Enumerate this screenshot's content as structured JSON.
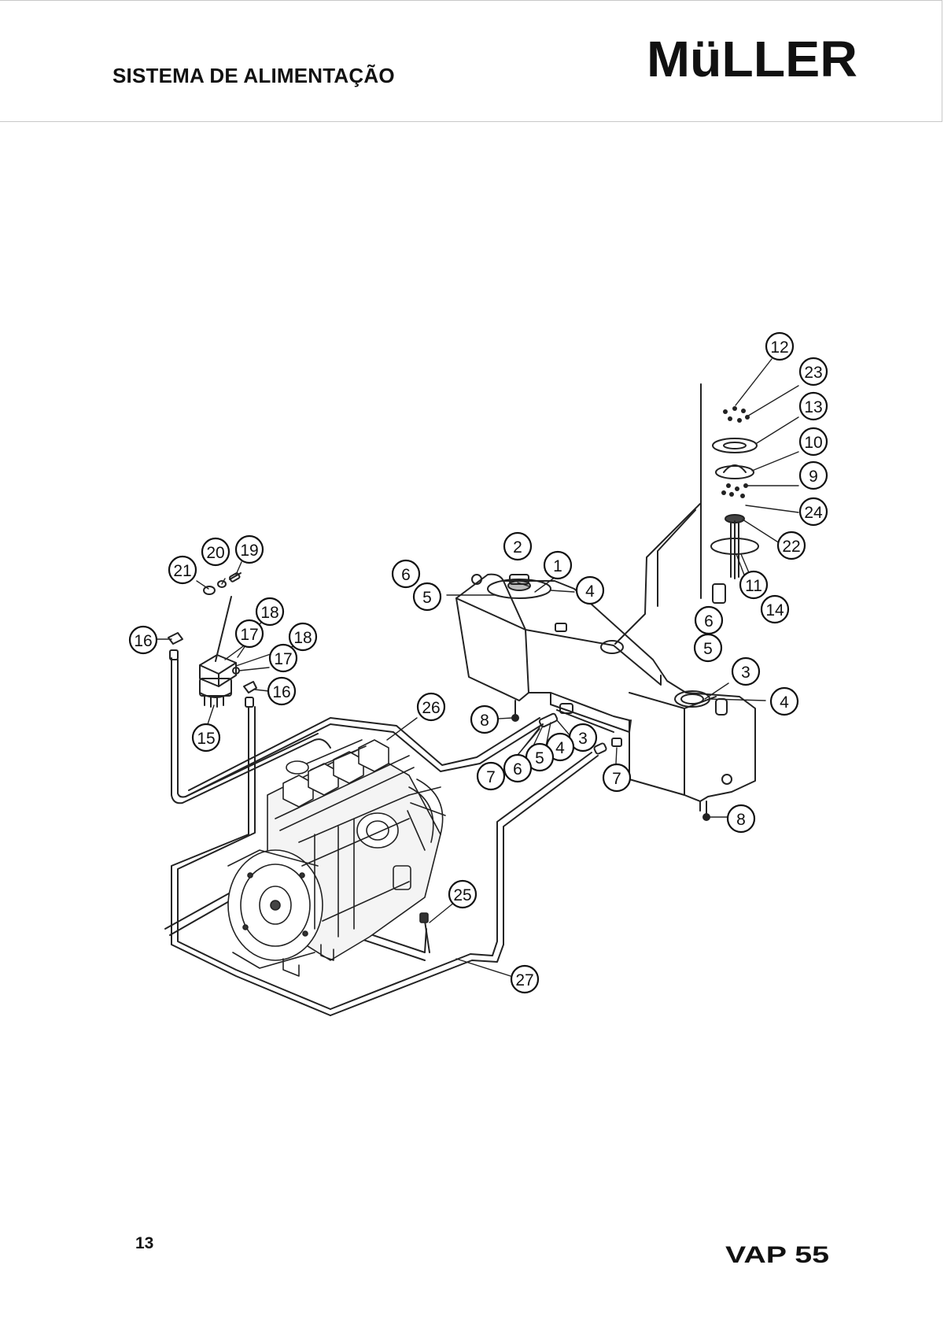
{
  "header": {
    "title": "SISTEMA DE ALIMENTAÇÃO",
    "brand": "MüLLER"
  },
  "footer": {
    "page_number": "13",
    "model": "VAP 55"
  },
  "diagram": {
    "callouts": [
      {
        "id": "c12",
        "label": "12"
      },
      {
        "id": "c23",
        "label": "23"
      },
      {
        "id": "c13",
        "label": "13"
      },
      {
        "id": "c10",
        "label": "10"
      },
      {
        "id": "c9",
        "label": "9"
      },
      {
        "id": "c24",
        "label": "24"
      },
      {
        "id": "c22",
        "label": "22"
      },
      {
        "id": "c11",
        "label": "11"
      },
      {
        "id": "c14",
        "label": "14"
      },
      {
        "id": "c2",
        "label": "2"
      },
      {
        "id": "c1",
        "label": "1"
      },
      {
        "id": "c6a",
        "label": "6"
      },
      {
        "id": "c5a",
        "label": "5"
      },
      {
        "id": "c4a",
        "label": "4"
      },
      {
        "id": "c6b",
        "label": "6"
      },
      {
        "id": "c5b",
        "label": "5"
      },
      {
        "id": "c3a",
        "label": "3"
      },
      {
        "id": "c4b",
        "label": "4"
      },
      {
        "id": "c21",
        "label": "21"
      },
      {
        "id": "c20",
        "label": "20"
      },
      {
        "id": "c19",
        "label": "19"
      },
      {
        "id": "c18a",
        "label": "18"
      },
      {
        "id": "c17a",
        "label": "17"
      },
      {
        "id": "c18b",
        "label": "18"
      },
      {
        "id": "c17b",
        "label": "17"
      },
      {
        "id": "c16a",
        "label": "16"
      },
      {
        "id": "c16b",
        "label": "16"
      },
      {
        "id": "c15",
        "label": "15"
      },
      {
        "id": "c26",
        "label": "26"
      },
      {
        "id": "c8a",
        "label": "8"
      },
      {
        "id": "c3b",
        "label": "3"
      },
      {
        "id": "c4c",
        "label": "4"
      },
      {
        "id": "c5c",
        "label": "5"
      },
      {
        "id": "c6c",
        "label": "6"
      },
      {
        "id": "c7a",
        "label": "7"
      },
      {
        "id": "c7b",
        "label": "7"
      },
      {
        "id": "c8b",
        "label": "8"
      },
      {
        "id": "c25",
        "label": "25"
      },
      {
        "id": "c27",
        "label": "27"
      }
    ]
  }
}
